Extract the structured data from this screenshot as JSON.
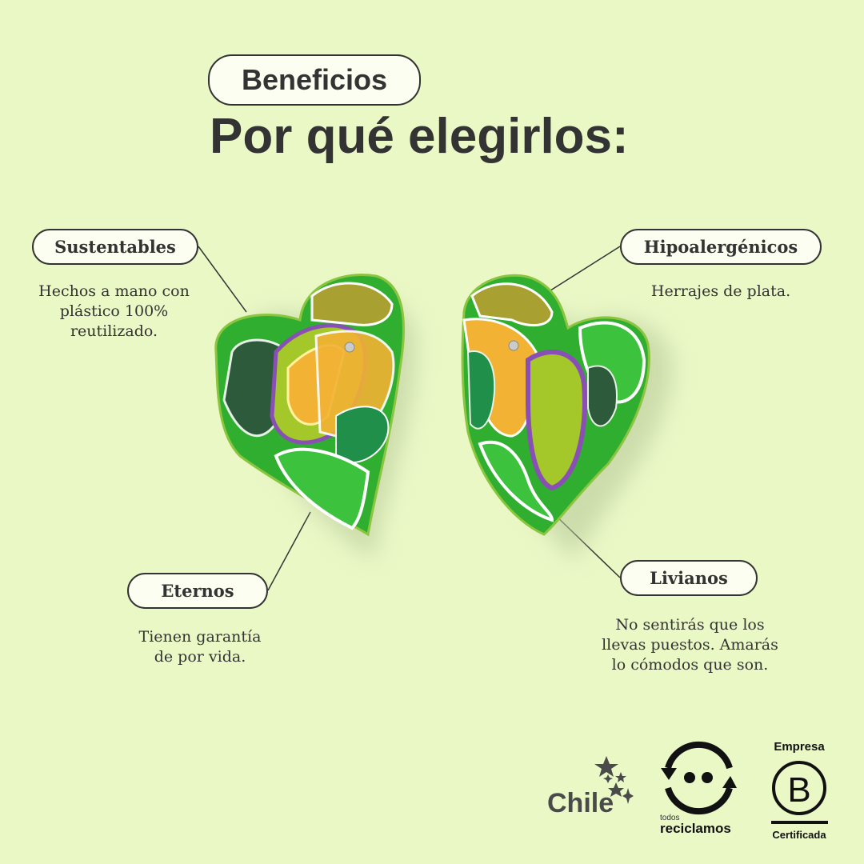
{
  "header": {
    "badge": "Beneficios",
    "title": "Por qué elegirlos:"
  },
  "benefits": [
    {
      "label": "Sustentables",
      "text_lines": [
        "Hechos a mano con",
        "plástico 100%",
        "reutilizado."
      ]
    },
    {
      "label": "Hipoalergénicos",
      "text_lines": [
        "Herrajes de plata."
      ]
    },
    {
      "label": "Eternos",
      "text_lines": [
        "Tienen garantía",
        "de por vida."
      ]
    },
    {
      "label": "Livianos",
      "text_lines": [
        "No sentirás que los",
        "llevas puestos. Amarás",
        "lo cómodos que son."
      ]
    }
  ],
  "logos": {
    "chile": "Chile",
    "reciclamos_small": "todos",
    "reciclamos_big": "reciclamos",
    "bcorp_top": "Empresa",
    "bcorp_letter": "B",
    "bcorp_bottom": "Certificada"
  },
  "colors": {
    "background": "#eaf8c6",
    "text": "#333333",
    "green": "#2fae2f",
    "yellow": "#f2b233",
    "purple": "#8a4fb5"
  }
}
